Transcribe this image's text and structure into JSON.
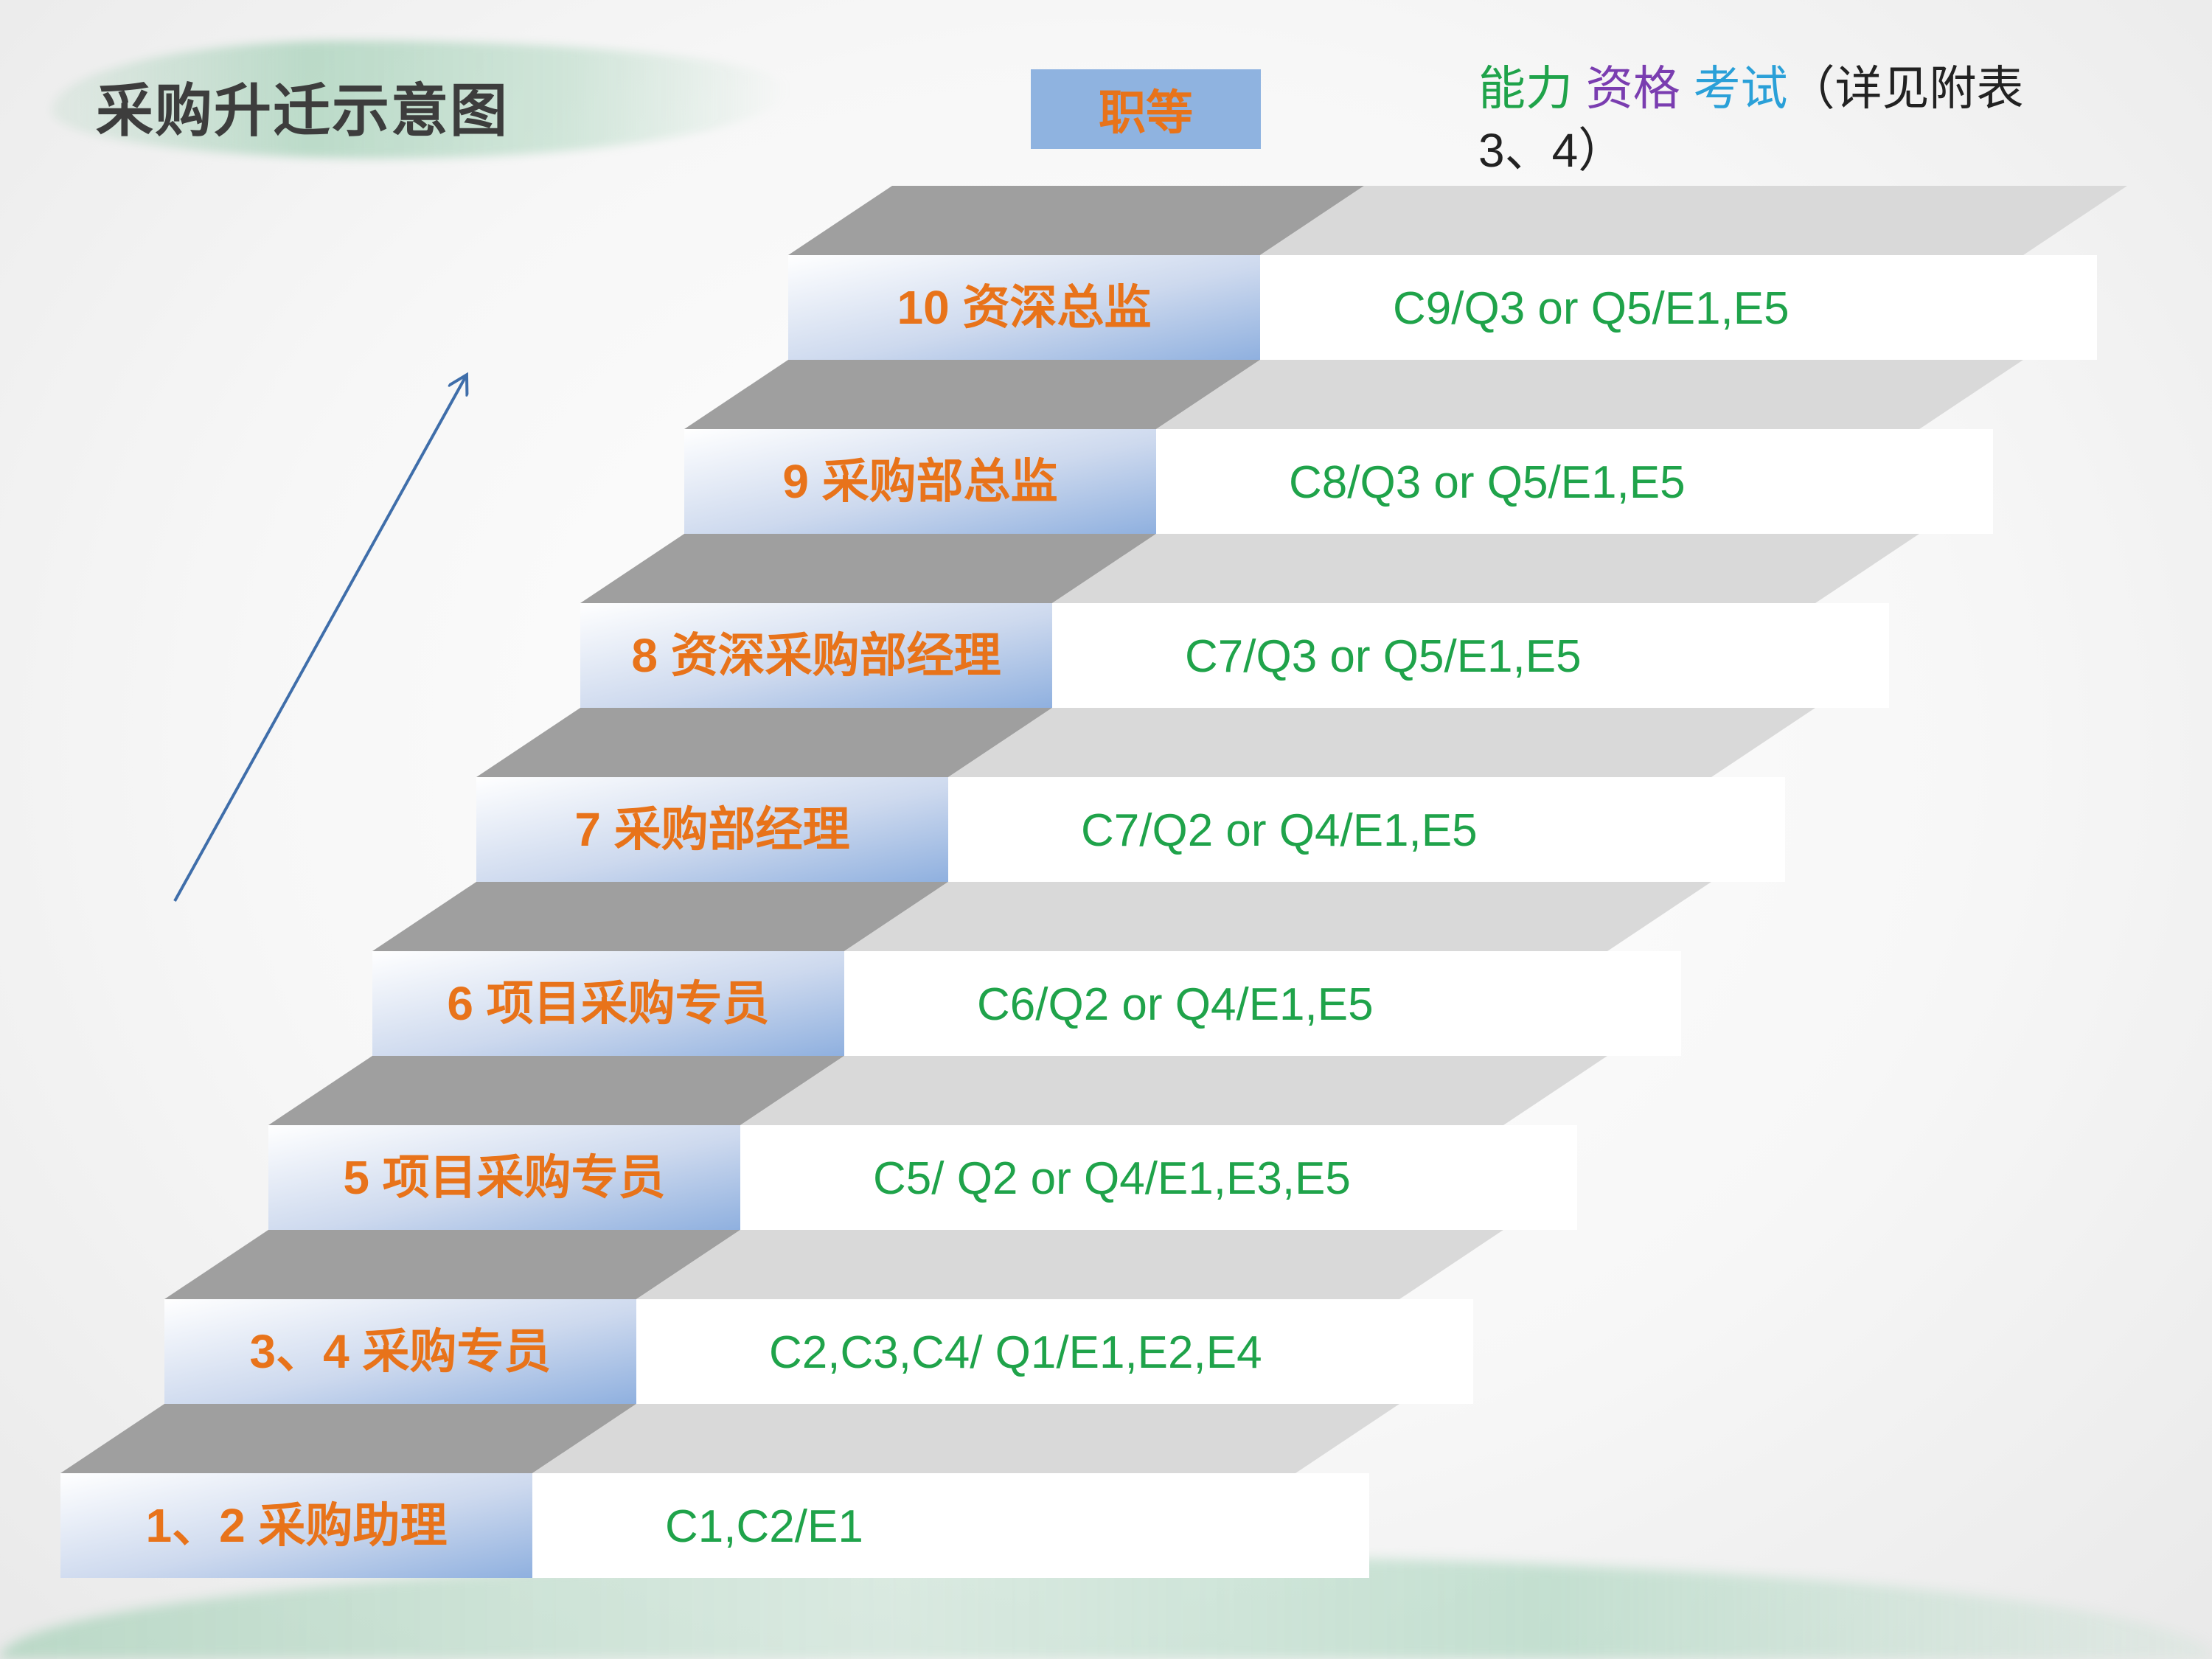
{
  "title": "采购升迁示意图",
  "grade_header": "职等",
  "legend": {
    "ability": "能力",
    "qualification": "资格",
    "exam": "考试",
    "note": "（详见附表3、4）"
  },
  "colors": {
    "title_text": "#3d3d3d",
    "grade_box_fill": "#8fb3e0",
    "grade_label": "#e8731a",
    "requirement_text": "#1fa34a",
    "legend_ability": "#1fa34a",
    "legend_qualification": "#7a3db0",
    "legend_exam": "#2aa0d8",
    "step_riser_dark": "#9f9f9f",
    "step_riser_light": "#d9d9d9",
    "arrow": "#3f6eaa"
  },
  "steps": [
    {
      "label": "1、2   采购助理",
      "requirement": "C1,C2/E1"
    },
    {
      "label": "3、4  采购专员",
      "requirement": "C2,C3,C4/ Q1/E1,E2,E4"
    },
    {
      "label": "5  项目采购专员",
      "requirement": "C5/ Q2 or Q4/E1,E3,E5"
    },
    {
      "label": "6  项目采购专员",
      "requirement": "C6/Q2 or Q4/E1,E5"
    },
    {
      "label": "7  采购部经理",
      "requirement": "C7/Q2 or Q4/E1,E5"
    },
    {
      "label": "8  资深采购部经理",
      "requirement": "C7/Q3 or Q5/E1,E5"
    },
    {
      "label": "9  采购部总监",
      "requirement": "C8/Q3 or Q5/E1,E5"
    },
    {
      "label": "10  资深总监",
      "requirement": "C9/Q3 or Q5/E1,E5"
    }
  ]
}
